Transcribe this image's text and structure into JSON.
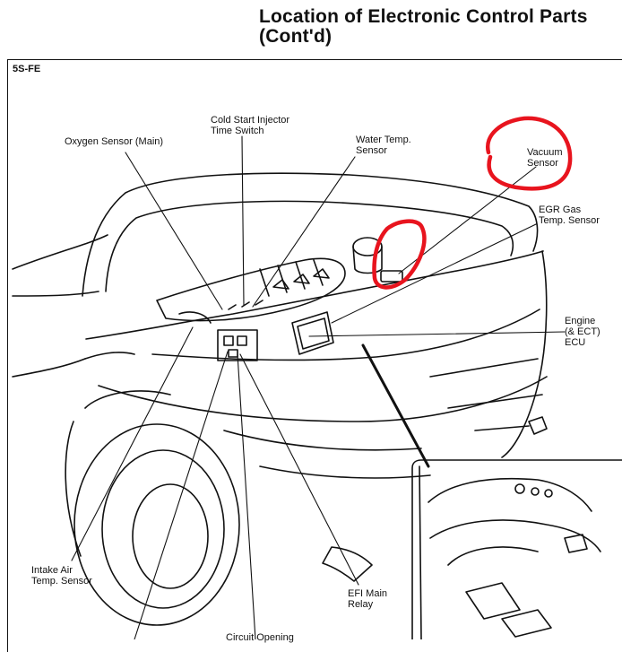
{
  "page": {
    "title_line1": "Location of Electronic Control Parts",
    "title_line2": "(Cont'd)",
    "engine_code": "5S-FE"
  },
  "labels": {
    "cold_start_line1": "Cold Start Injector",
    "cold_start_line2": "Time Switch",
    "oxygen_sensor": "Oxygen Sensor (Main)",
    "water_temp_line1": "Water Temp.",
    "water_temp_line2": "Sensor",
    "vacuum_line1": "Vacuum",
    "vacuum_line2": "Sensor",
    "egr_line1": "EGR Gas",
    "egr_line2": "Temp. Sensor",
    "ecu_line1": "Engine",
    "ecu_line2": "(& ECT)",
    "ecu_line3": "ECU",
    "intake_air_line1": "Intake Air",
    "intake_air_line2": "Temp. Sensor",
    "efi_relay_line1": "EFI Main",
    "efi_relay_line2": "Relay",
    "circuit_opening_partial": "Circuit Opening"
  },
  "colors": {
    "annotation": "#e8141e",
    "ink": "#111111"
  }
}
